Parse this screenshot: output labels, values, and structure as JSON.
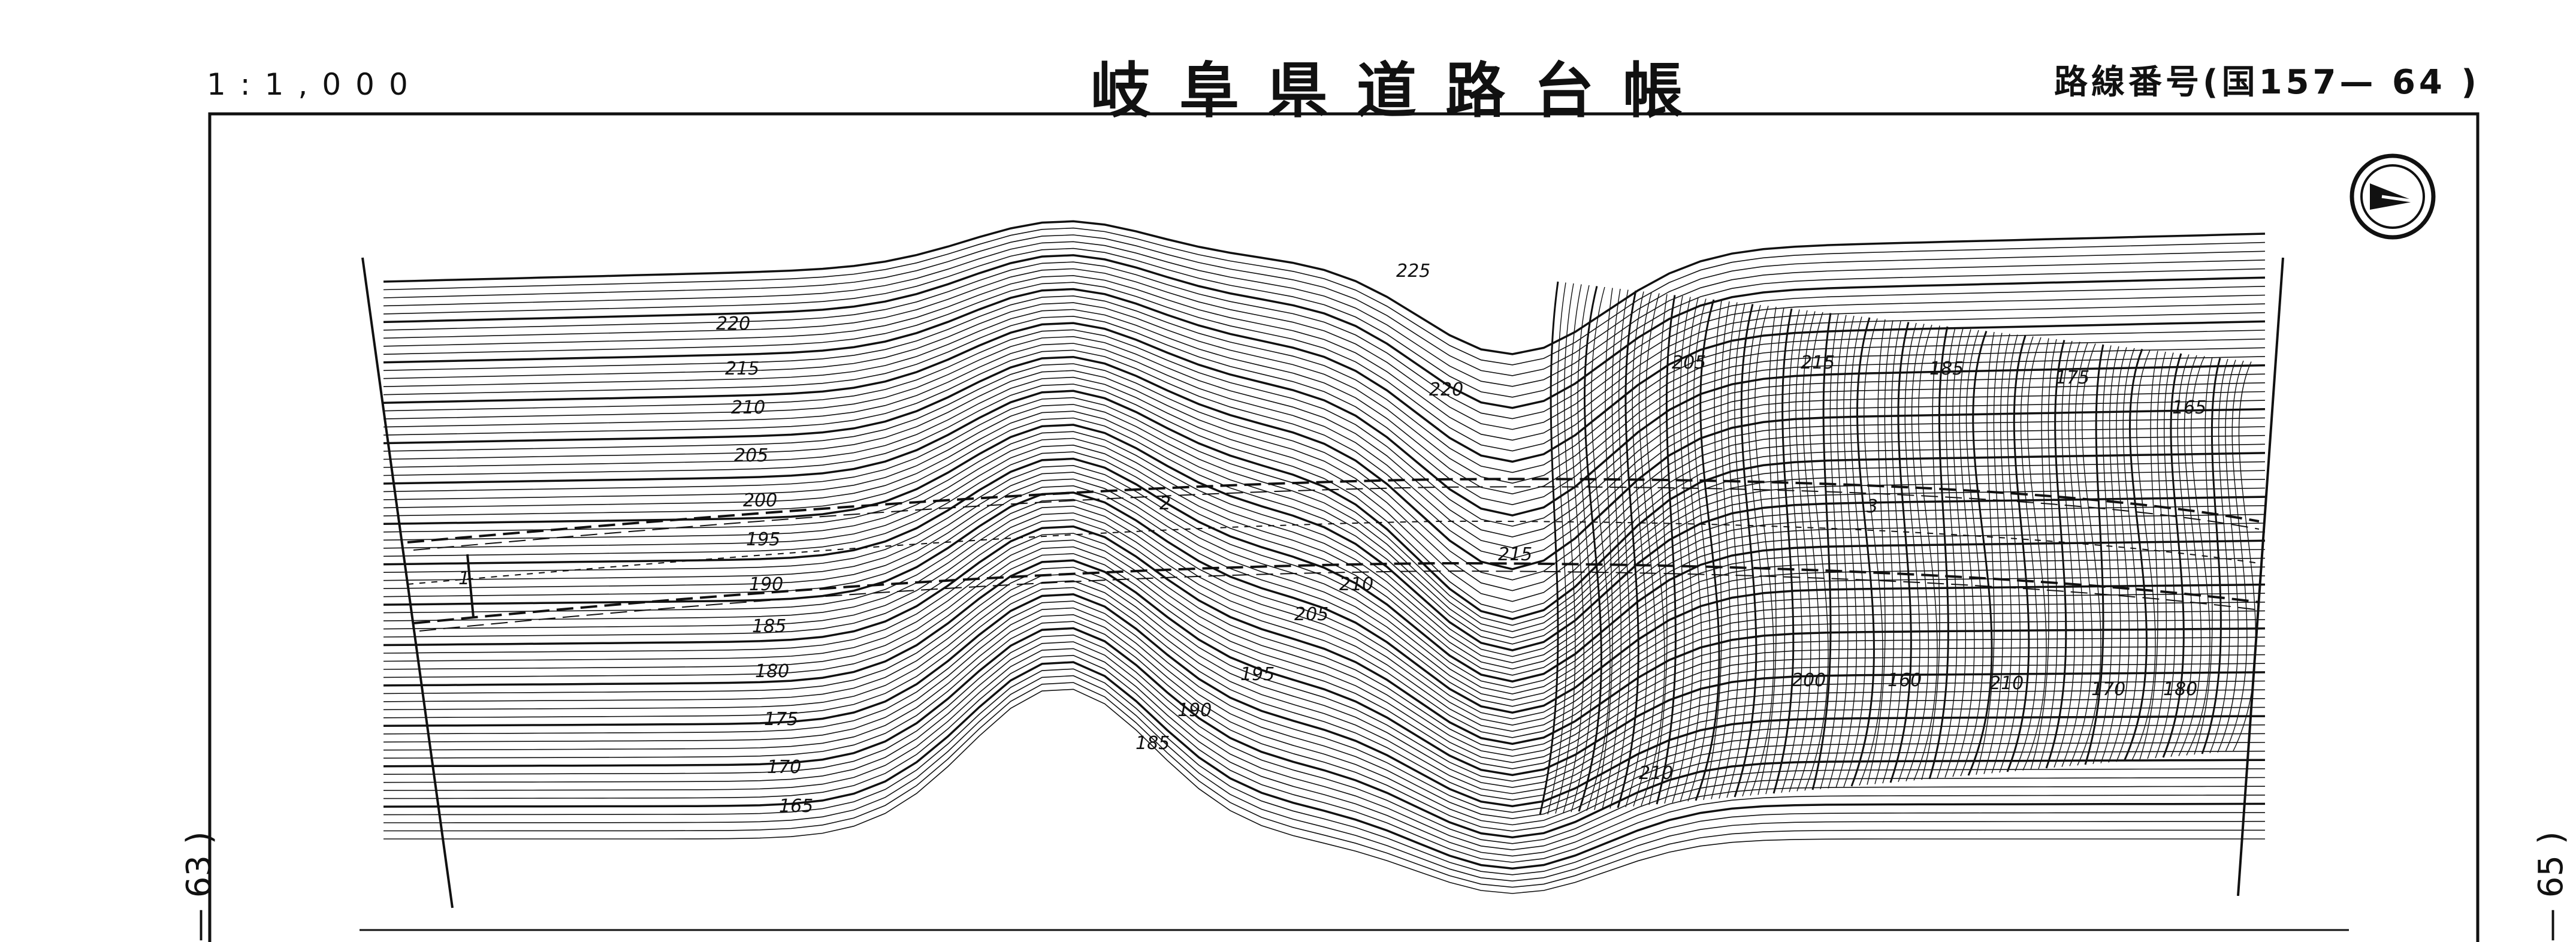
{
  "header": {
    "scale": "1:1,000",
    "title": "岐阜県道路台帳",
    "route": "路線番号(国157— 64 )"
  },
  "margins": {
    "left_ref": "— 63 )",
    "right_ref": "— 65 )"
  },
  "map": {
    "north_arrow": "north-arrow-icon",
    "contour_labels": [
      "225",
      "220",
      "220",
      "215",
      "215",
      "210",
      "210",
      "205",
      "205",
      "200",
      "195",
      "195",
      "190",
      "190",
      "185",
      "185",
      "185",
      "180",
      "180",
      "175",
      "175",
      "170",
      "170",
      "165",
      "165",
      "160",
      "200",
      "205",
      "210",
      "215",
      "210"
    ],
    "road_markers": [
      "1",
      "2",
      "3"
    ],
    "line_color": "#111111"
  }
}
